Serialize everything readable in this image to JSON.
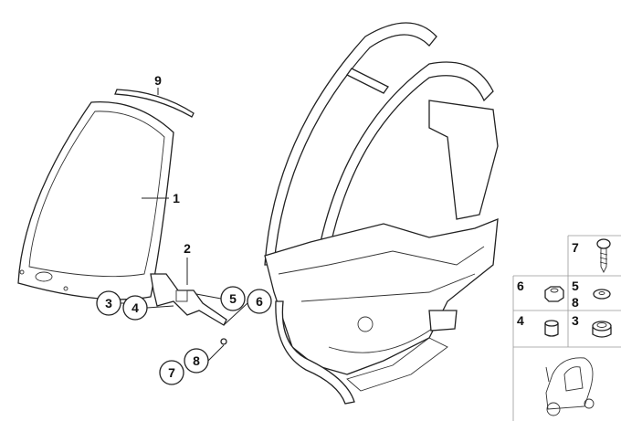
{
  "diagram": {
    "callouts": {
      "c1": "1",
      "c2": "2",
      "c9": "9",
      "circ3": "3",
      "circ4": "4",
      "circ5": "5",
      "circ6": "6",
      "circ7": "7",
      "circ8": "8"
    },
    "legend": {
      "cell7": "7",
      "cell6": "6",
      "cell5": "5",
      "cell8": "8",
      "cell4": "4",
      "cell3": "3"
    }
  }
}
